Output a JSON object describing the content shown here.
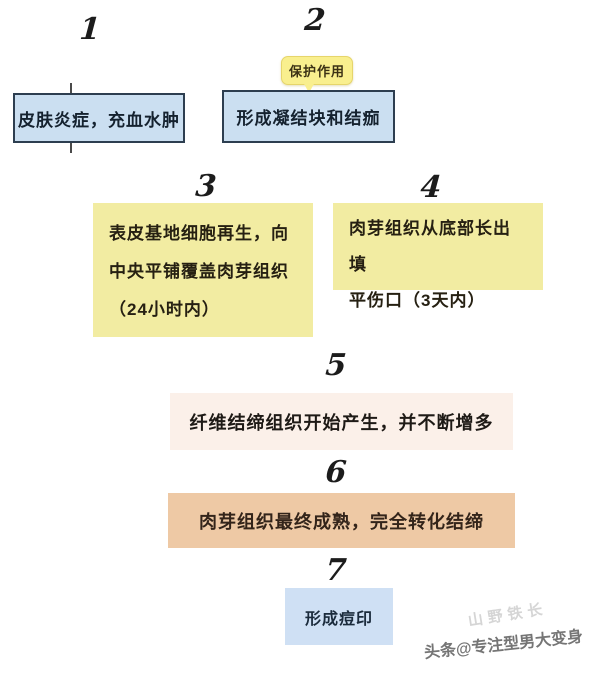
{
  "diagram_title": "",
  "callout": {
    "text": "保护作用",
    "fill": "#f9ef8e"
  },
  "steps": [
    {
      "number": "1",
      "text": "皮肤炎症，充血水肿",
      "style": "blue-bordered"
    },
    {
      "number": "2",
      "text": "形成凝结块和结痂",
      "style": "blue-bordered"
    },
    {
      "number": "3",
      "lines": [
        "表皮基地细胞再生，向",
        "中央平铺覆盖肉芽组织",
        "（24小时内）"
      ],
      "style": "yellow"
    },
    {
      "number": "4",
      "lines": [
        "肉芽组织从底部长出填",
        "平伤口（3天内）"
      ],
      "style": "yellow"
    },
    {
      "number": "5",
      "text": "纤维结缔组织开始产生，并不断增多",
      "style": "cream"
    },
    {
      "number": "6",
      "text": "肉芽组织最终成熟，完全转化结缔",
      "style": "tan"
    },
    {
      "number": "7",
      "text": "形成痘印",
      "style": "light-blue"
    }
  ],
  "watermark": {
    "text": "头条@专注型男大变身",
    "ghost_text": "山野铁长"
  },
  "colors": {
    "blue_fill": "#cbdff1",
    "blue_border": "#2d3e50",
    "yellow_fill": "#f2eca2",
    "cream_fill": "#fbf0e9",
    "tan_fill": "#eec9a5",
    "light_blue_fill": "#cfe0f4",
    "callout_fill": "#f9ef8e",
    "watermark_gray": "#757575"
  }
}
